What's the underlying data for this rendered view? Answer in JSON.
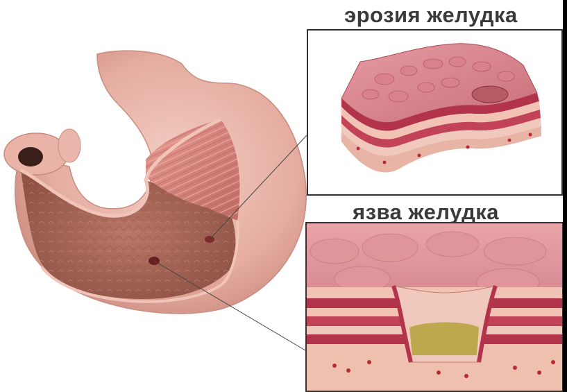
{
  "labels": {
    "erosion": "эрозия желудка",
    "ulcer": "язва желудка"
  },
  "colors": {
    "background": "#ffffff",
    "frame": "#000000",
    "label_text": "#3a3a3a",
    "stomach_outer": "#e7b3a9",
    "stomach_inner": "#a96a5c",
    "muscle": "#d2827a",
    "mucosa": "#c9707a",
    "layer_dark": "#b2334a",
    "layer_light": "#f2c2b4",
    "ulcer_base": "#b5a23a",
    "leader_line": "#444444"
  },
  "icons": [
    "stomach-illustration",
    "erosion-tissue-block",
    "ulcer-tissue-section"
  ]
}
